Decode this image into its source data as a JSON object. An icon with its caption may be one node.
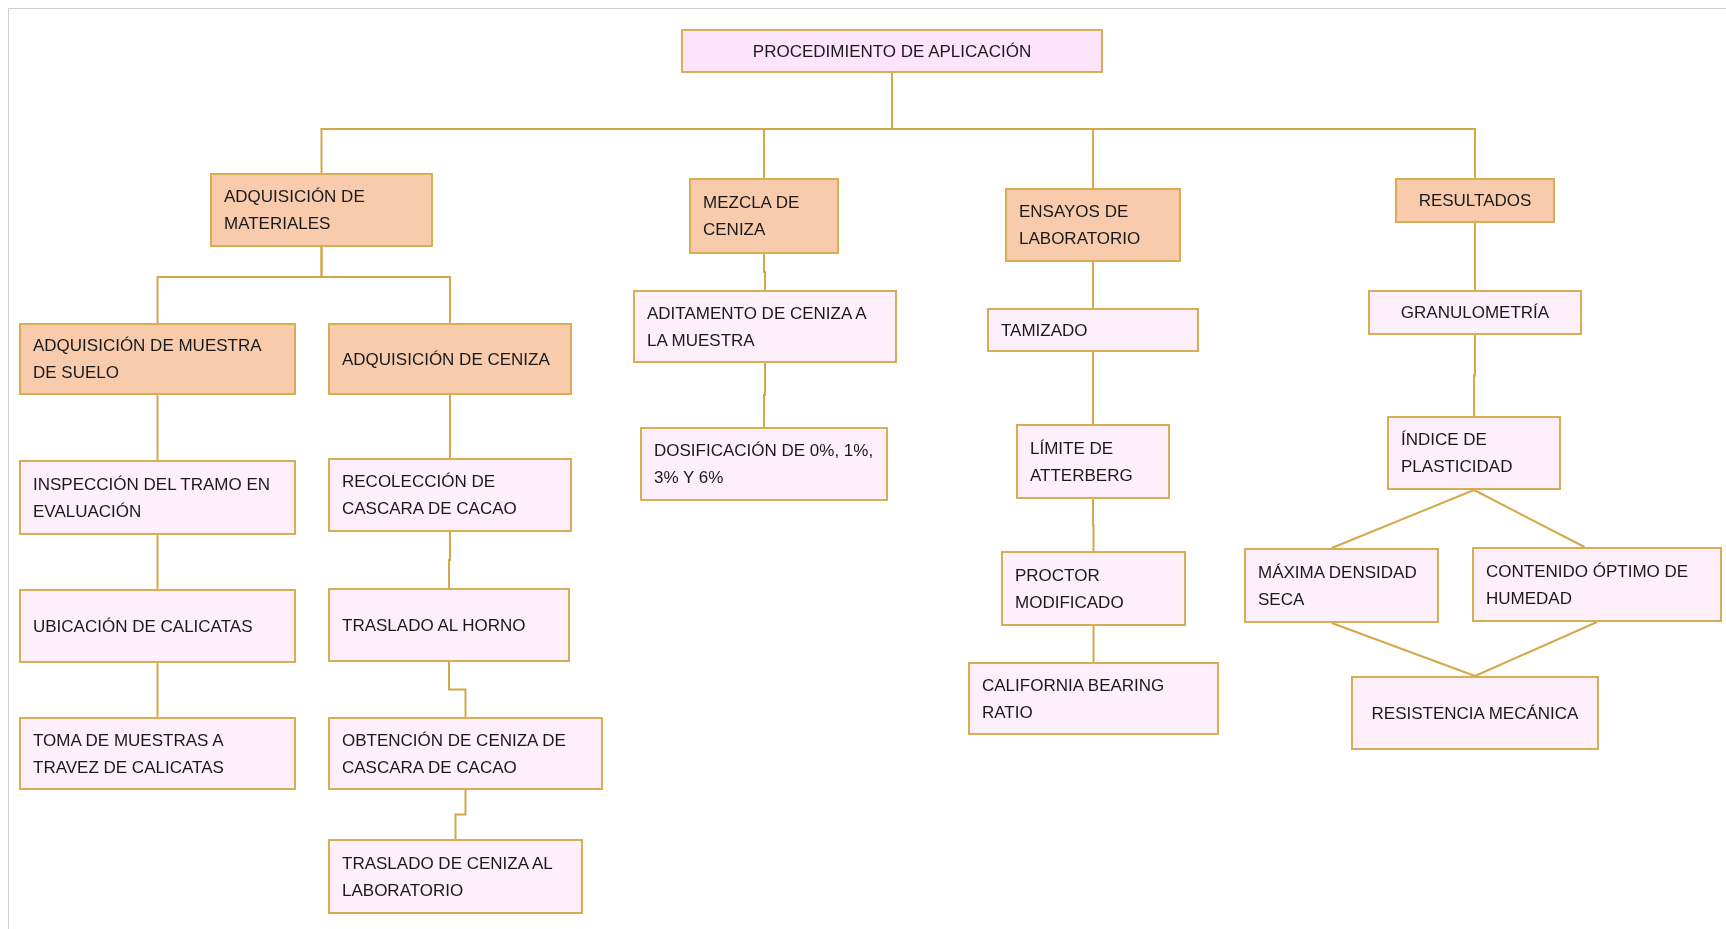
{
  "diagram": {
    "nodes": [
      {
        "text": [
          "PROCEDIMIENTO DE APLICACIÓN"
        ]
      },
      {
        "text": [
          "ADQUISICIÓN DE MATERIALES"
        ]
      },
      {
        "text": [
          "MEZCLA DE CENIZA"
        ]
      },
      {
        "text": [
          "ENSAYOS DE LABORATORIO"
        ]
      },
      {
        "text": [
          "RESULTADOS"
        ]
      },
      {
        "text": [
          "ADQUISICIÓN DE MUESTRA DE SUELO"
        ]
      },
      {
        "text": [
          "ADQUISICIÓN DE CENIZA"
        ]
      },
      {
        "text": [
          "INSPECCIÓN DEL TRAMO EN EVALUACIÓN"
        ]
      },
      {
        "text": [
          "UBICACIÓN DE CALICATAS"
        ]
      },
      {
        "text": [
          "TOMA DE MUESTRAS A TRAVEZ DE CALICATAS"
        ]
      },
      {
        "text": [
          "RECOLECCIÓN DE CASCARA DE CACAO"
        ]
      },
      {
        "text": [
          "TRASLADO AL HORNO"
        ]
      },
      {
        "text": [
          "OBTENCIÓN DE CENIZA DE CASCARA DE CACAO"
        ]
      },
      {
        "text": [
          "TRASLADO DE CENIZA AL LABORATORIO"
        ]
      },
      {
        "text": [
          "ADITAMENTO DE CENIZA A LA MUESTRA"
        ]
      },
      {
        "text": [
          "DOSIFICACIÓN DE 0%, 1%, 3% Y 6%"
        ]
      },
      {
        "text": [
          "TAMIZADO"
        ]
      },
      {
        "text": [
          "LÍMITE DE ATTERBERG"
        ]
      },
      {
        "text": [
          "PROCTOR MODIFICADO"
        ]
      },
      {
        "text": [
          "CALIFORNIA BEARING RATIO"
        ]
      },
      {
        "text": [
          "GRANULOMETRÍA"
        ]
      },
      {
        "text": [
          "ÍNDICE DE PLASTICIDAD"
        ]
      },
      {
        "text": [
          "MÁXIMA DENSIDAD SECA"
        ]
      },
      {
        "text": [
          "CONTENIDO ÓPTIMO DE HUMEDAD"
        ]
      },
      {
        "text": [
          "RESISTENCIA MECÁNICA"
        ]
      }
    ],
    "edges": [
      {
        "from": 0,
        "to": 1,
        "arrow": "none"
      },
      {
        "from": 0,
        "to": 2,
        "arrow": "none"
      },
      {
        "from": 0,
        "to": 3,
        "arrow": "none"
      },
      {
        "from": 0,
        "to": 4,
        "arrow": "none"
      },
      {
        "from": 1,
        "to": 5,
        "arrow": "none"
      },
      {
        "from": 1,
        "to": 6,
        "arrow": "none"
      },
      {
        "from": 5,
        "to": 7,
        "arrow": "none"
      },
      {
        "from": 7,
        "to": 8,
        "arrow": "none"
      },
      {
        "from": 8,
        "to": 9,
        "arrow": "none"
      },
      {
        "from": 6,
        "to": 10,
        "arrow": "none"
      },
      {
        "from": 10,
        "to": 11,
        "arrow": "none"
      },
      {
        "from": 11,
        "to": 12,
        "arrow": "none"
      },
      {
        "from": 12,
        "to": 13,
        "arrow": "none"
      },
      {
        "from": 2,
        "to": 14,
        "arrow": "none"
      },
      {
        "from": 14,
        "to": 15,
        "arrow": "none"
      },
      {
        "from": 3,
        "to": 16,
        "arrow": "none"
      },
      {
        "from": 16,
        "to": 17,
        "arrow": "none"
      },
      {
        "from": 17,
        "to": 18,
        "arrow": "none"
      },
      {
        "from": 18,
        "to": 19,
        "arrow": "none"
      },
      {
        "from": 4,
        "to": 20,
        "arrow": "none"
      },
      {
        "from": 20,
        "to": 21,
        "arrow": "none"
      },
      {
        "from": 21,
        "to": 22,
        "arrow": "none"
      },
      {
        "from": 21,
        "to": 23,
        "arrow": "none"
      },
      {
        "from": 22,
        "to": 24,
        "arrow": "none"
      },
      {
        "from": 23,
        "to": 24,
        "arrow": "none"
      }
    ]
  }
}
